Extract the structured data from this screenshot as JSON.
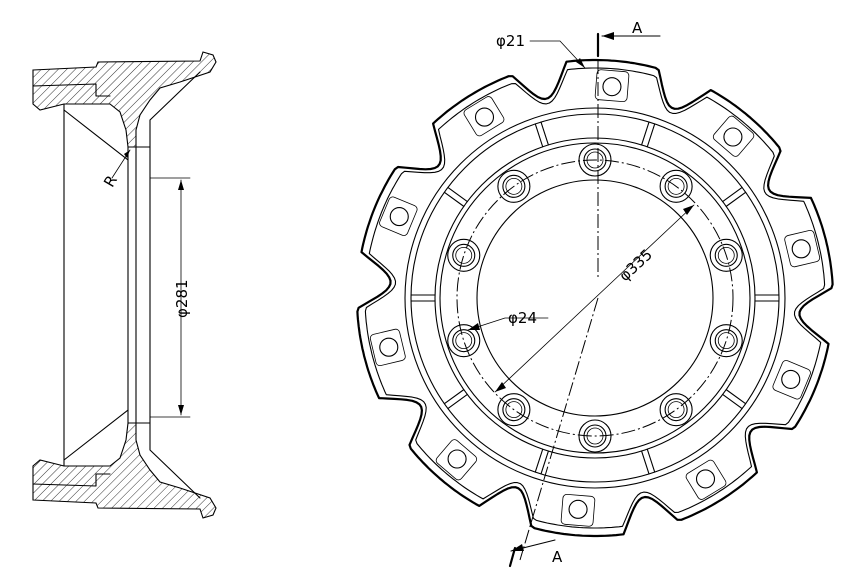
{
  "dimensions": {
    "bolt_hole": "φ21",
    "small_hole": "φ24",
    "pitch_circle": "φ335",
    "bore": "φ281",
    "fillet": "R"
  },
  "section": {
    "top_marker": "A",
    "bottom_marker": "A"
  }
}
